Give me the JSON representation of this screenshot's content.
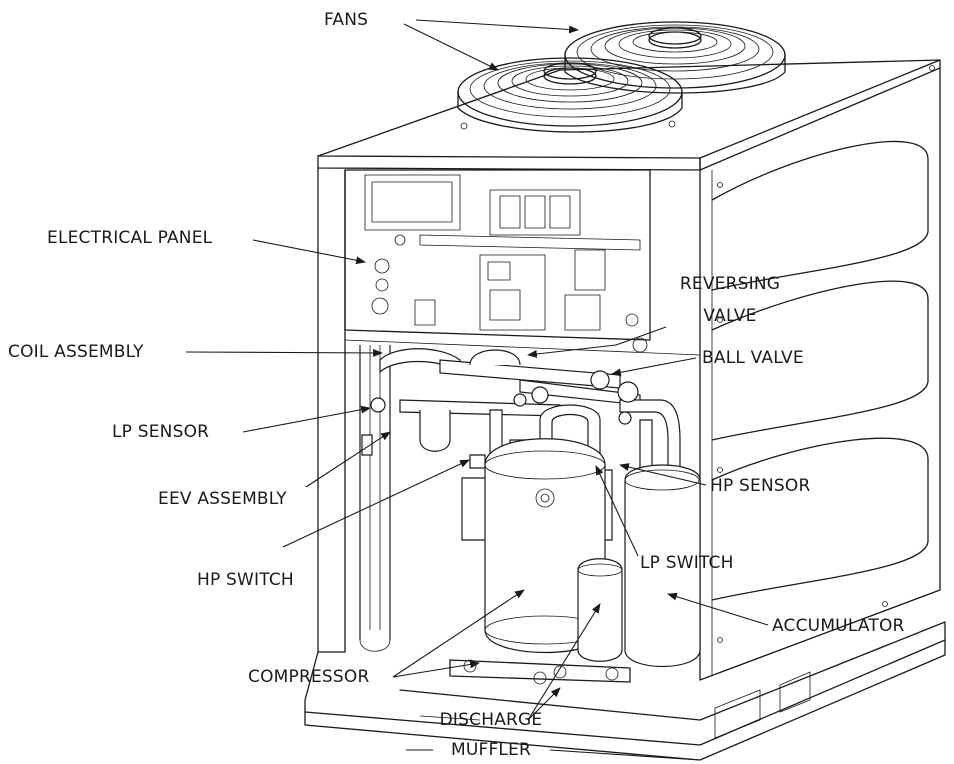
{
  "labels": {
    "fans": "FANS",
    "electrical_panel": "ELECTRICAL PANEL",
    "coil_assembly": "COIL ASSEMBLY",
    "lp_sensor": "LP SENSOR",
    "eev_assembly": "EEV ASSEMBLY",
    "hp_switch": "HP SWITCH",
    "compressor": "COMPRESSOR",
    "discharge_muffler_line1": "DISCHARGE",
    "discharge_muffler_line2": "MUFFLER",
    "reversing_valve_line1": "REVERSING",
    "reversing_valve_line2": "VALVE",
    "ball_valve": "BALL VALVE",
    "hp_sensor": "HP SENSOR",
    "lp_switch": "LP SWITCH",
    "accumulator": "ACCUMULATOR"
  }
}
